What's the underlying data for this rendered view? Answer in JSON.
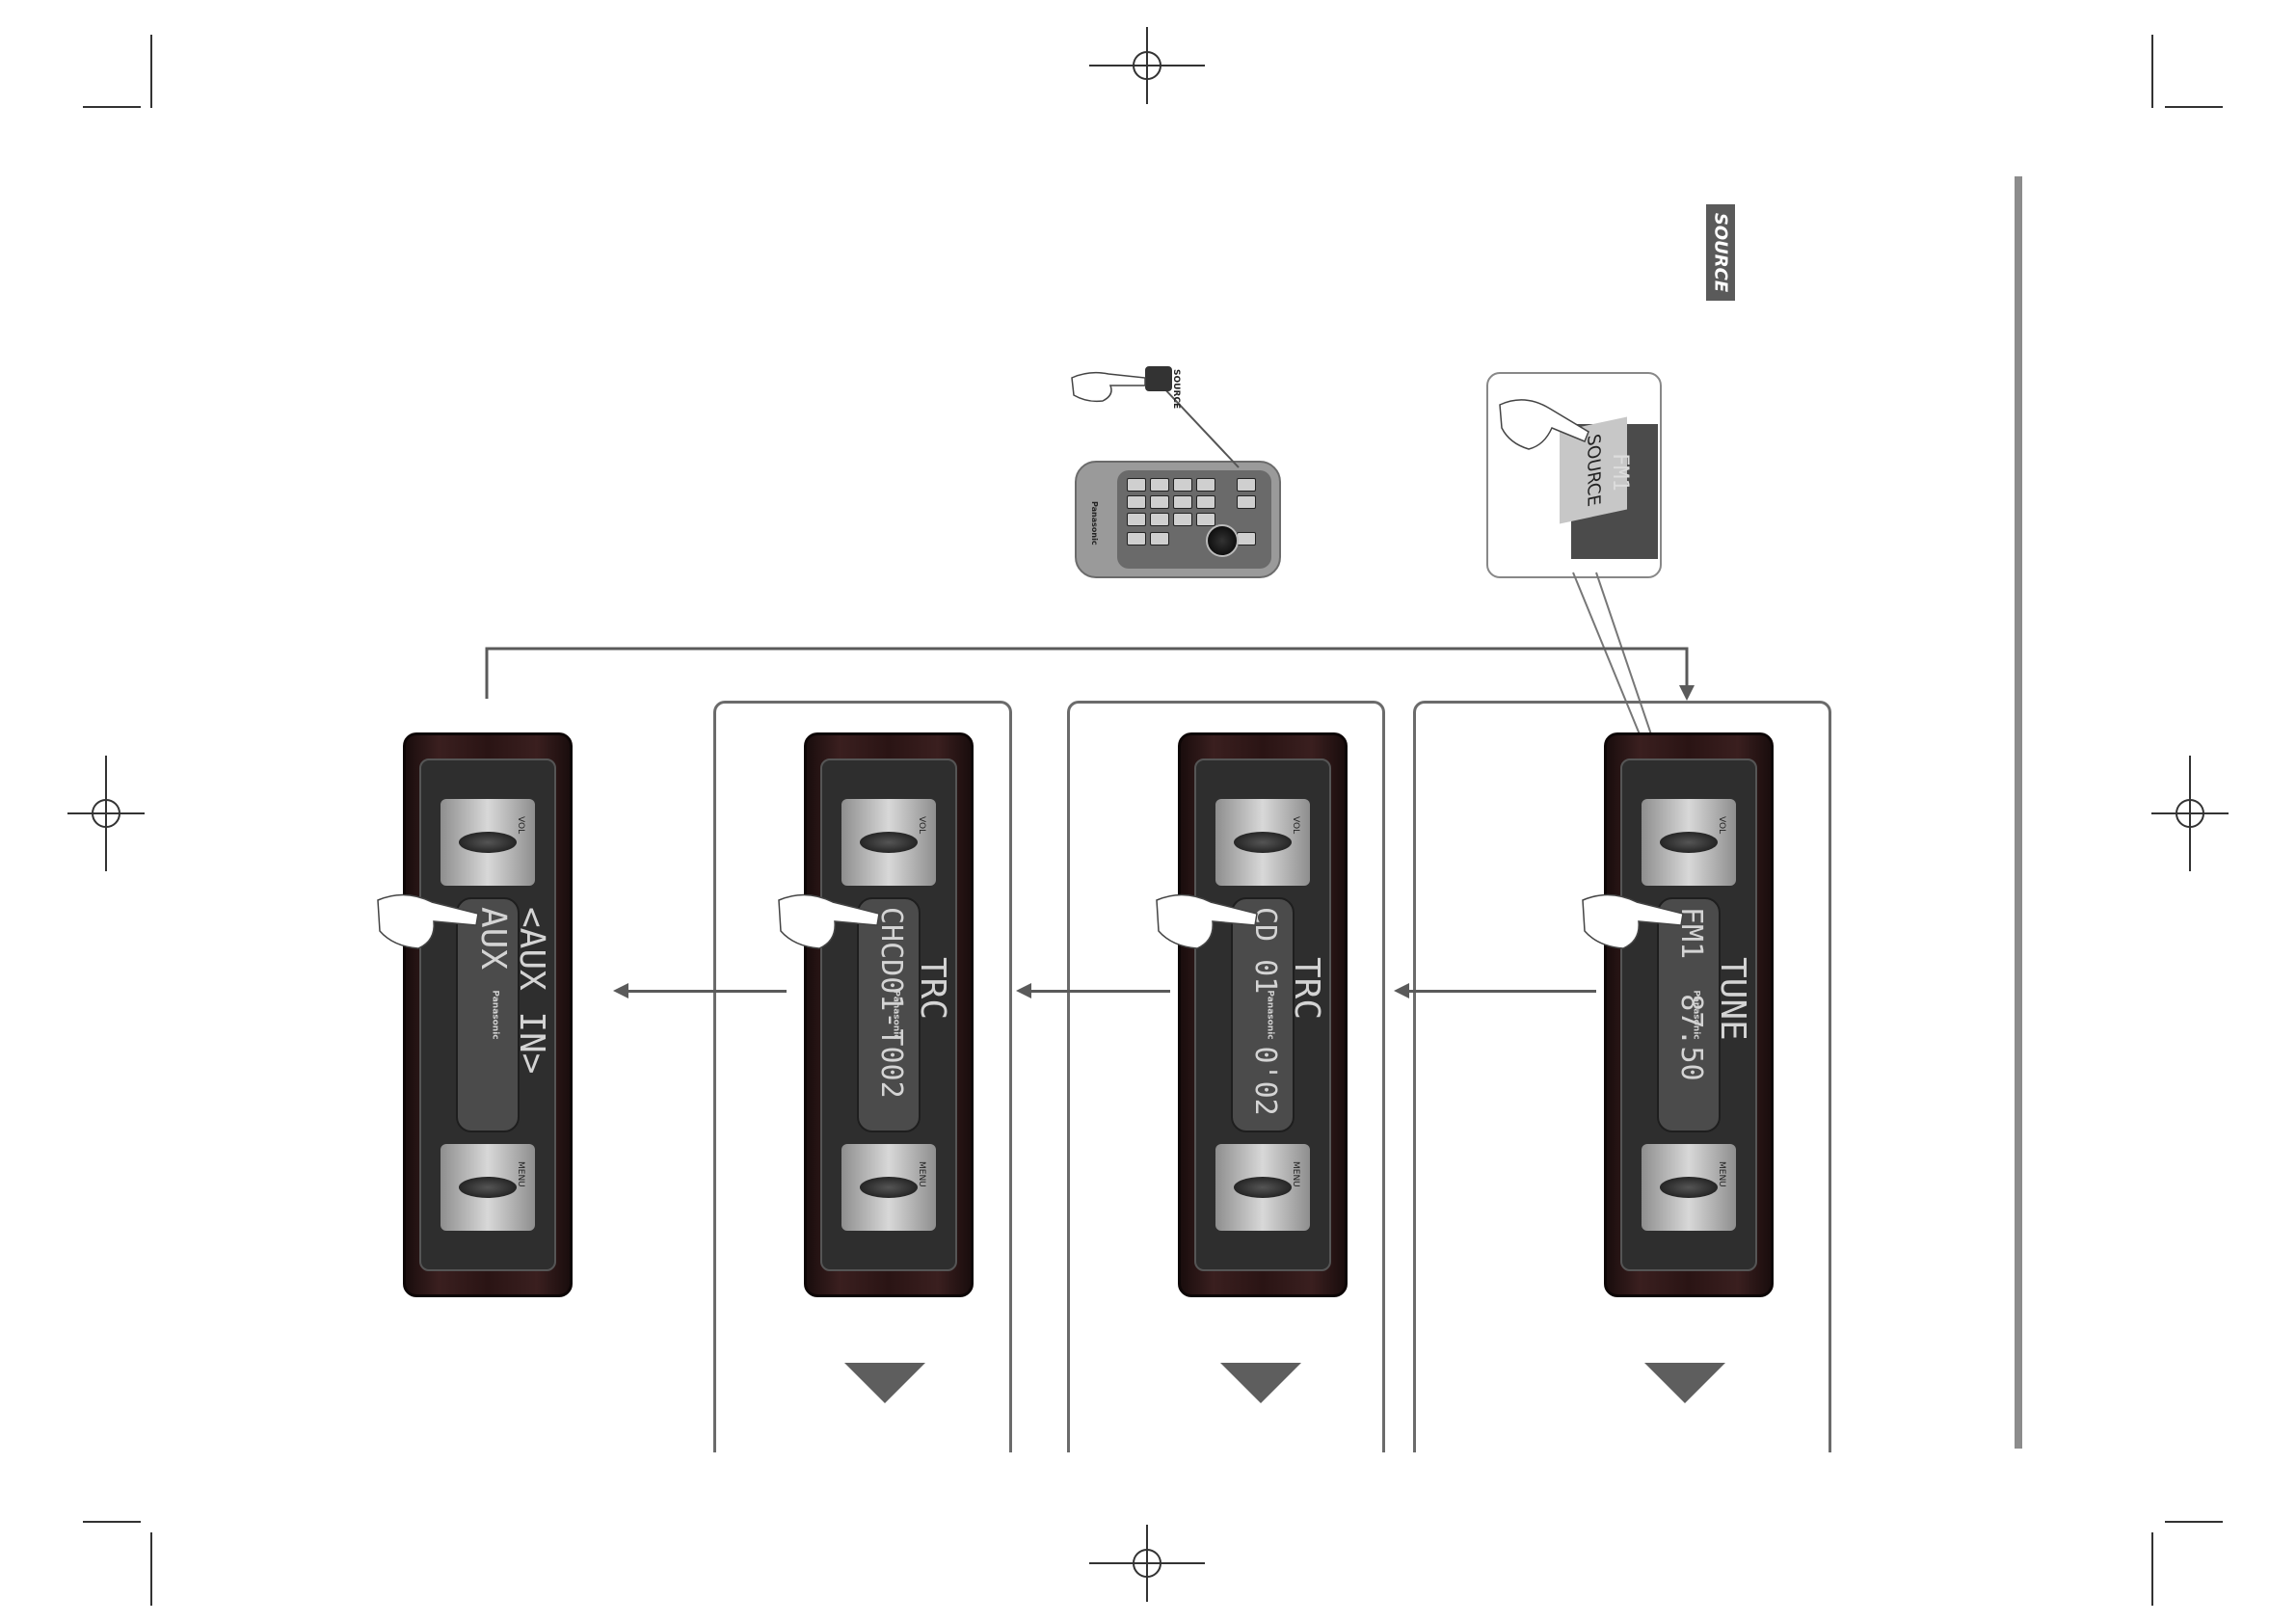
{
  "page": {
    "source_tab_label": "SOURCE"
  },
  "remote": {
    "source_button_label": "SOURCE",
    "brand": "Panasonic"
  },
  "callout": {
    "source_label": "SOURCE",
    "display_text": "FM1"
  },
  "units": [
    {
      "brand": "Panasonic",
      "line1": "AUX",
      "line2": "<AUX IN>",
      "vol_label": "VOL",
      "menu_label": "MENU"
    },
    {
      "brand": "Panasonic",
      "line1": "CHCD01-T002",
      "line2": "TRC",
      "vol_label": "VOL",
      "menu_label": "MENU"
    },
    {
      "brand": "Panasonic",
      "line1": "CD 01   0'02",
      "line2": "TRC",
      "vol_label": "VOL",
      "menu_label": "MENU"
    },
    {
      "brand": "Panasonic",
      "line1": "FM1  87.50",
      "line2": "TUNE",
      "vol_label": "VOL",
      "menu_label": "MENU"
    }
  ],
  "colors": {
    "bar": "#8c8c8c",
    "bracket": "#6b6b6b",
    "tab": "#5a5a5a"
  }
}
